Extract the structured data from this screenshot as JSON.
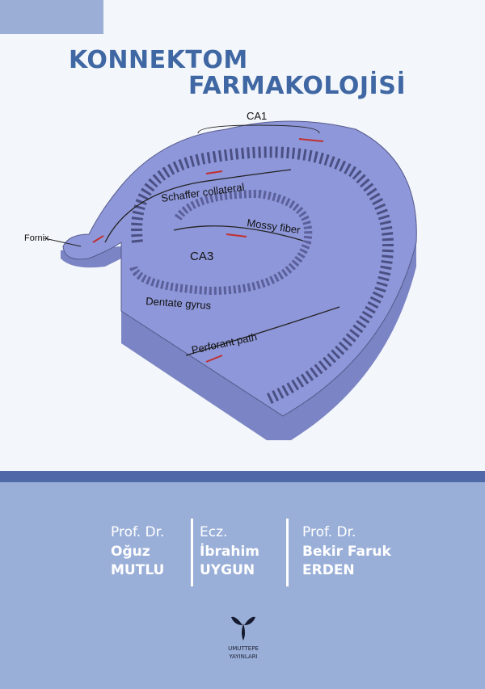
{
  "title": {
    "line1": "KONNEKTOM",
    "line2": "FARMAKOLOJİSİ"
  },
  "diagram": {
    "labels": {
      "ca1": "CA1",
      "schaffer": "Schaffer collateral",
      "mossy": "Mossy fiber",
      "ca3": "CA3",
      "fornix": "Fornix",
      "dentate": "Dentate gyrus",
      "perforant": "Perforant path"
    }
  },
  "authors": [
    {
      "title": "Prof. Dr.",
      "first": "Oğuz",
      "last": "MUTLU"
    },
    {
      "title": "Ecz.",
      "first": "İbrahim",
      "last": "UYGUN"
    },
    {
      "title": "Prof. Dr.",
      "first": "Bekir Faruk",
      "last": "ERDEN"
    }
  ],
  "publisher": {
    "line1": "UMUTTEPE",
    "line2": "YAYINLARI"
  },
  "colors": {
    "title": "#3f67a3",
    "band": "#4f69a8",
    "lower": "#9aafd8",
    "diagram": "#8e97d9"
  }
}
